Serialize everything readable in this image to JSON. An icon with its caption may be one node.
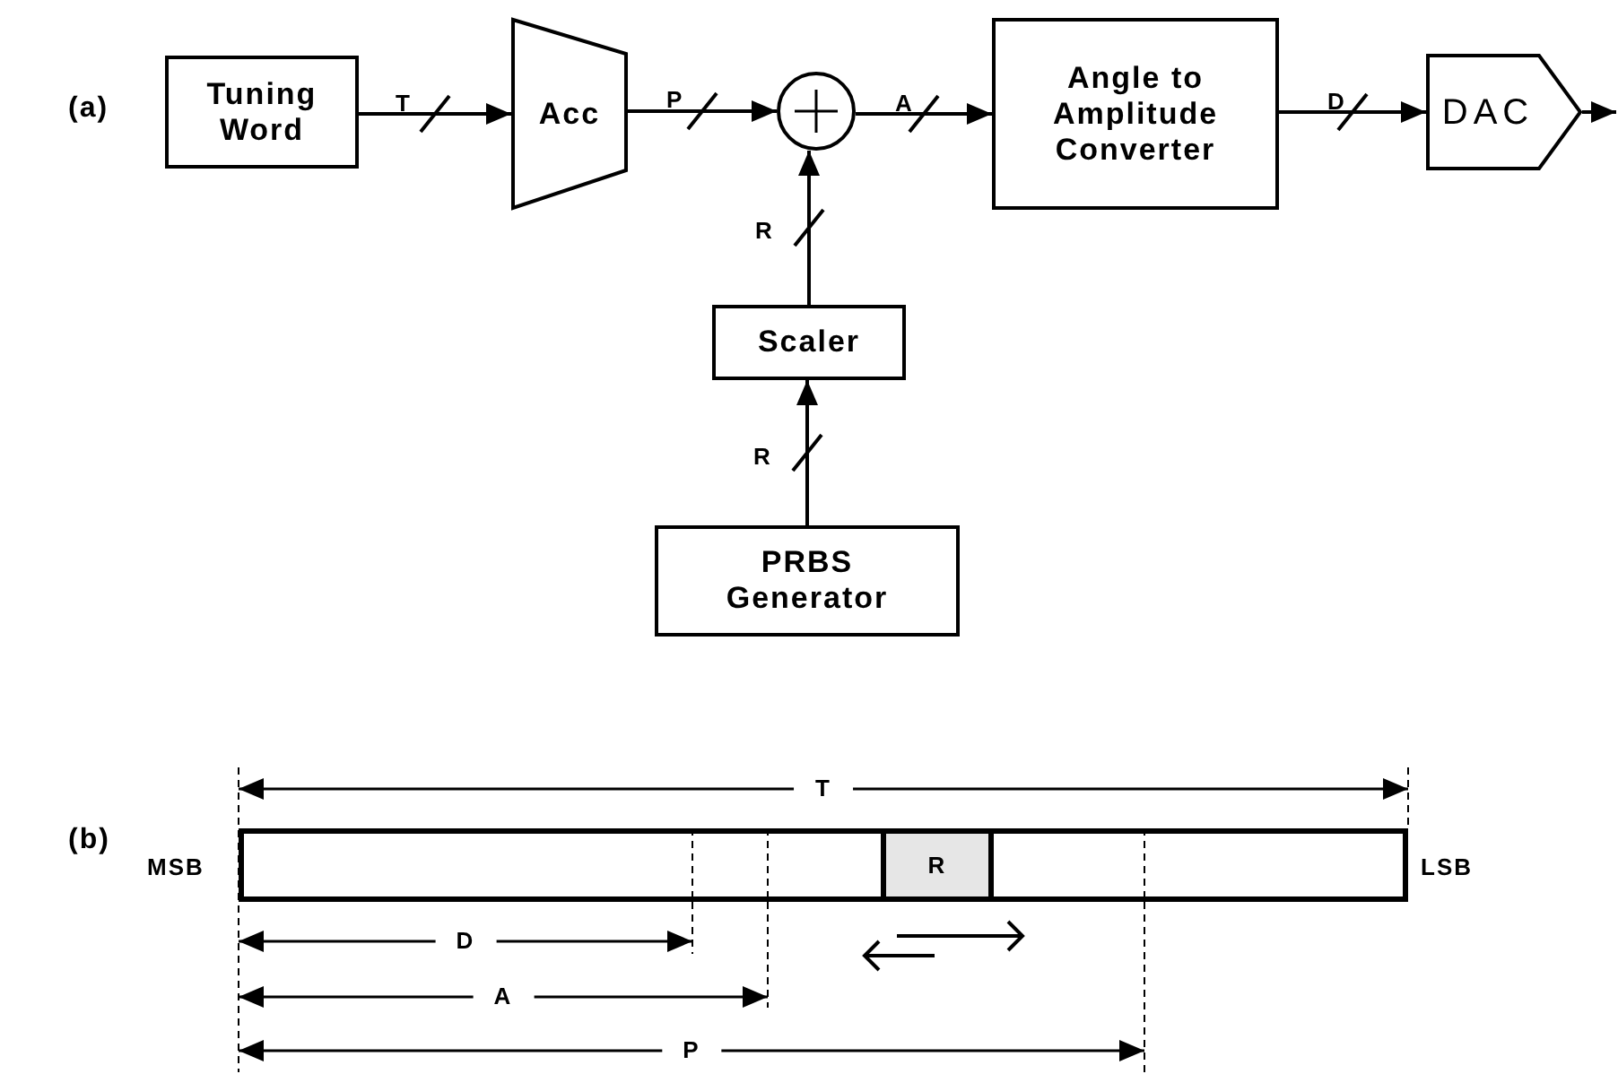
{
  "diagram": {
    "nodes": [
      {
        "text": [
          "Tuning Word"
        ]
      },
      {
        "text": [
          "Acc"
        ]
      },
      {
        "text": [],
        "shape": "circle"
      },
      {
        "text": [
          "Angle to Amplitude Converter"
        ]
      },
      {
        "text": [
          "DAC"
        ]
      },
      {
        "text": [
          "Scaler"
        ]
      },
      {
        "text": [
          "PRBS Generator"
        ]
      },
      {
        "text": [],
        "shape": "bar"
      },
      {
        "text": [
          "R"
        ],
        "in": 7
      }
    ],
    "edges": [
      {
        "from": 0,
        "to": 1,
        "arrow": "to",
        "label": "T"
      },
      {
        "from": 1,
        "to": 2,
        "arrow": "to",
        "label": "P"
      },
      {
        "from": 2,
        "to": 3,
        "arrow": "to",
        "label": "A"
      },
      {
        "from": 3,
        "to": 4,
        "arrow": "to",
        "label": "D"
      },
      {
        "from": 4,
        "to": null,
        "arrow": "to"
      },
      {
        "from": 5,
        "to": 2,
        "arrow": "to",
        "label": "R"
      },
      {
        "from": 6,
        "to": 5,
        "arrow": "to",
        "label": "R"
      }
    ],
    "labels": [
      "(a)",
      "T",
      "(b)",
      "MSB",
      "LSB",
      "D",
      "A",
      "P"
    ]
  }
}
